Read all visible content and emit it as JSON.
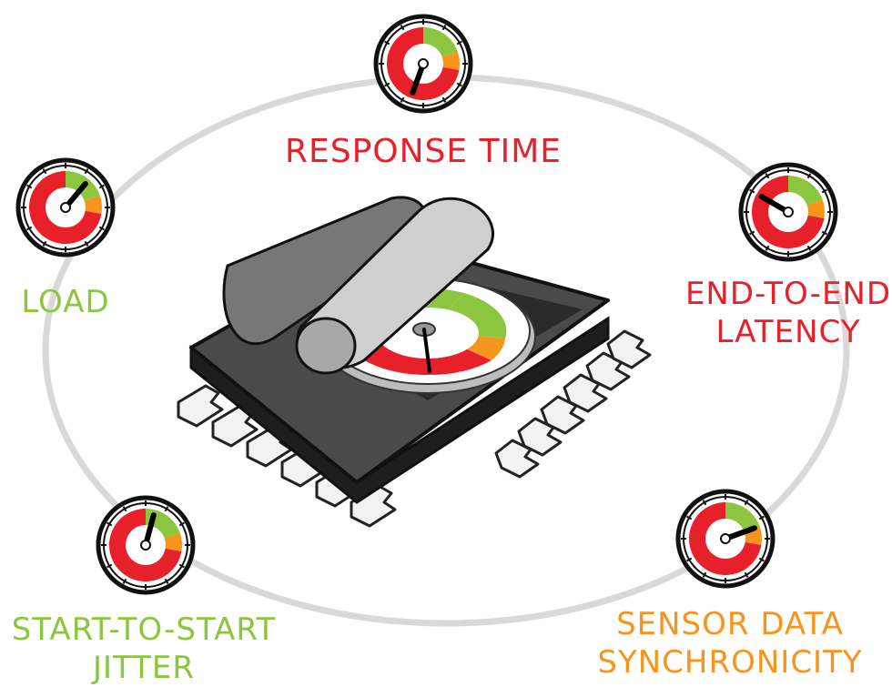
{
  "colors": {
    "red": "#e8202a",
    "green": "#8cc63f",
    "orange": "#f7941d",
    "ring": "#d9d9d9",
    "chip_dark": "#3c3c3c"
  },
  "labels": {
    "response_time": "RESPONSE TIME",
    "load": "LOAD",
    "end_to_end_1": "END-TO-END",
    "end_to_end_2": "LATENCY",
    "start_to_start_1": "START-TO-START",
    "start_to_start_2": "JITTER",
    "sensor_1": "SENSOR DATA",
    "sensor_2": "SYNCHRONICITY"
  },
  "gauges": [
    {
      "id": "response-time",
      "needle_deg": 200,
      "label_color": "red"
    },
    {
      "id": "load",
      "needle_deg": 40,
      "label_color": "green"
    },
    {
      "id": "end-to-end-latency",
      "needle_deg": -60,
      "label_color": "red"
    },
    {
      "id": "start-to-start-jitter",
      "needle_deg": 15,
      "label_color": "green"
    },
    {
      "id": "sensor-data-synchronicity",
      "needle_deg": 70,
      "label_color": "orange"
    }
  ],
  "chip_gauge": {
    "needle_deg": 165
  }
}
